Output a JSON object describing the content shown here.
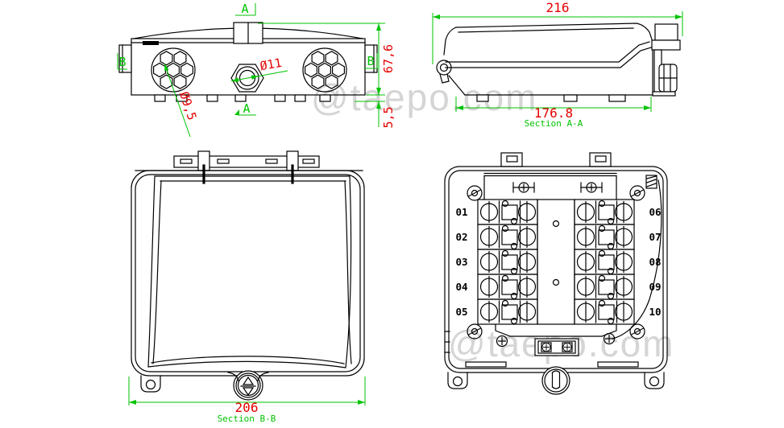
{
  "watermark": {
    "text": "@taepo.com",
    "color": "#d5d5d5"
  },
  "colors": {
    "drawing_line": "#000000",
    "dimension_line": "#00c300",
    "dimension_text": "#e60000"
  },
  "top_view": {
    "marker_a_top": "A",
    "marker_a_bottom": "A",
    "marker_b_left": "B",
    "marker_b_right": "B",
    "dim_cluster_hole": "Ø9,5",
    "dim_center_gland": "Ø11",
    "dim_height": "67,6",
    "dim_rib": "5,5"
  },
  "section_aa": {
    "dim_overall_width": "216",
    "dim_base_width": "176.8",
    "label": "Section A-A"
  },
  "section_bb": {
    "dim_width": "206",
    "label": "Section B-B"
  },
  "internal_view": {
    "left_labels": [
      "01",
      "02",
      "03",
      "04",
      "05"
    ],
    "right_labels": [
      "06",
      "07",
      "08",
      "09",
      "10"
    ]
  }
}
